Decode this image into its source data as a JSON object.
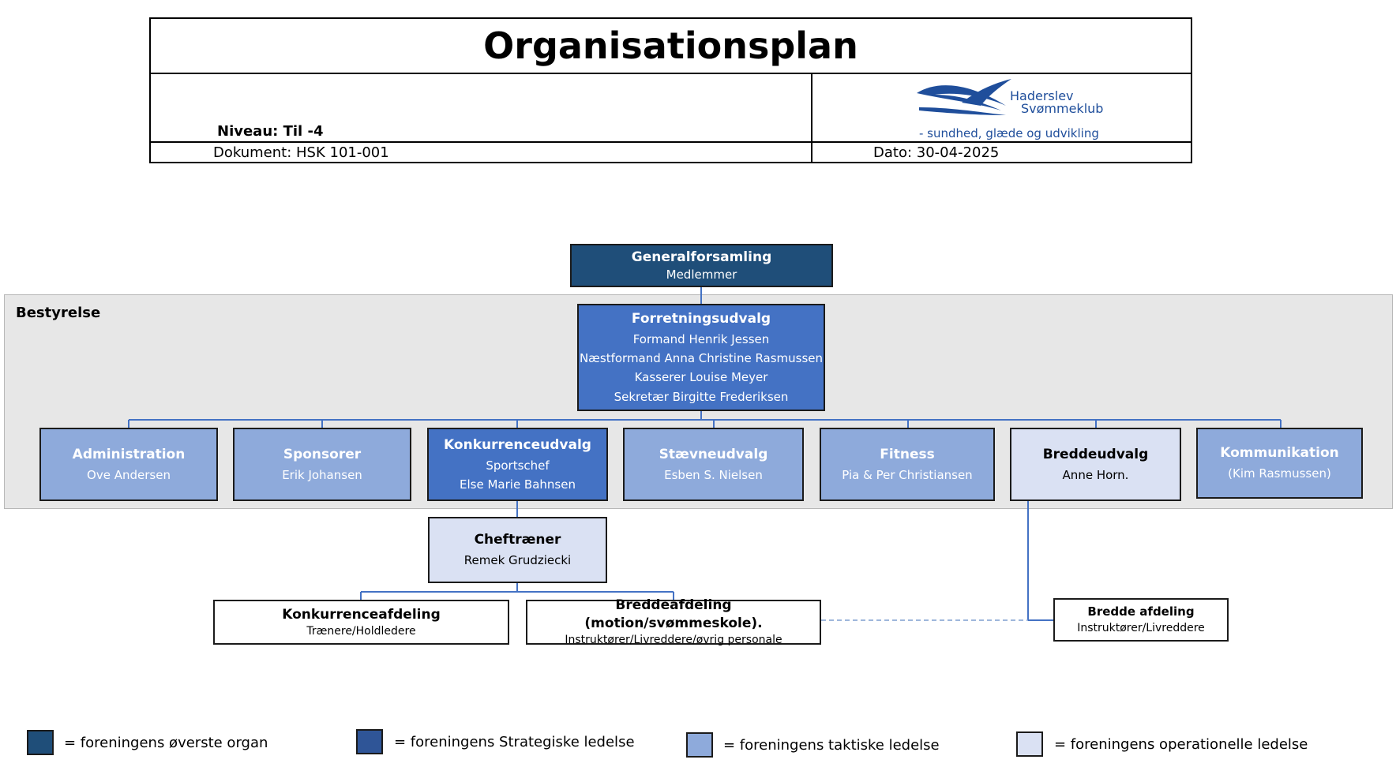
{
  "header": {
    "title": "Organisationsplan",
    "niveau": "Niveau: Til -4",
    "dokument": "Dokument: HSK 101-001",
    "dato": "Dato: 30-04-2025",
    "logo": {
      "name_line1": "Haderslev",
      "name_line2": "Svømmeklub",
      "tagline": "- sundhed, glæde og udvikling"
    }
  },
  "board": {
    "label": "Bestyrelse"
  },
  "org": {
    "generalforsamling": {
      "title": "Generalforsamling",
      "lines": [
        "Medlemmer"
      ]
    },
    "forretningsudvalg": {
      "title": "Forretningsudvalg",
      "lines": [
        "Formand Henrik Jessen",
        "Næstformand Anna Christine Rasmussen",
        "Kasserer Louise Meyer",
        "Sekretær Birgitte Frederiksen"
      ]
    },
    "udvalg": [
      {
        "title": "Administration",
        "lines": [
          "Ove Andersen"
        ]
      },
      {
        "title": "Sponsorer",
        "lines": [
          "Erik Johansen"
        ]
      },
      {
        "title": "Konkurrenceudvalg",
        "lines": [
          "Sportschef",
          "Else Marie Bahnsen"
        ]
      },
      {
        "title": "Stævneudvalg",
        "lines": [
          "Esben S. Nielsen"
        ]
      },
      {
        "title": "Fitness",
        "lines": [
          "Pia & Per Christiansen"
        ]
      },
      {
        "title": "Breddeudvalg",
        "lines": [
          "Anne Horn."
        ]
      },
      {
        "title": "Kommunikation",
        "lines": [
          "(Kim Rasmussen)"
        ]
      }
    ],
    "cheftraener": {
      "title": "Cheftræner",
      "lines": [
        "Remek Grudziecki"
      ]
    },
    "konkurrenceafdeling": {
      "title": "Konkurrenceafdeling",
      "lines": [
        "Trænere/Holdledere"
      ]
    },
    "breddeafdeling": {
      "title": "Breddeafdeling (motion/svømmeskole).",
      "lines": [
        "Instruktører/Livreddere/øvrig personale"
      ]
    },
    "bredde_afdeling": {
      "title": "Bredde afdeling",
      "lines": [
        "Instruktører/Livreddere"
      ]
    }
  },
  "legend": [
    {
      "label": "= foreningens øverste organ",
      "color": "#1f4e79"
    },
    {
      "label": "= foreningens Strategiske ledelse",
      "color": "#2f5597"
    },
    {
      "label": "= foreningens taktiske ledelse",
      "color": "#8eaadb"
    },
    {
      "label": "= foreningens operationelle ledelse",
      "color": "#dae1f3"
    }
  ],
  "colors": {
    "top_organ": "#1f4e79",
    "strategic": "#4472c4",
    "tactical": "#8eaadb",
    "operational": "#dae1f3",
    "connector": "#4472c4",
    "brand": "#1f4e9b"
  }
}
